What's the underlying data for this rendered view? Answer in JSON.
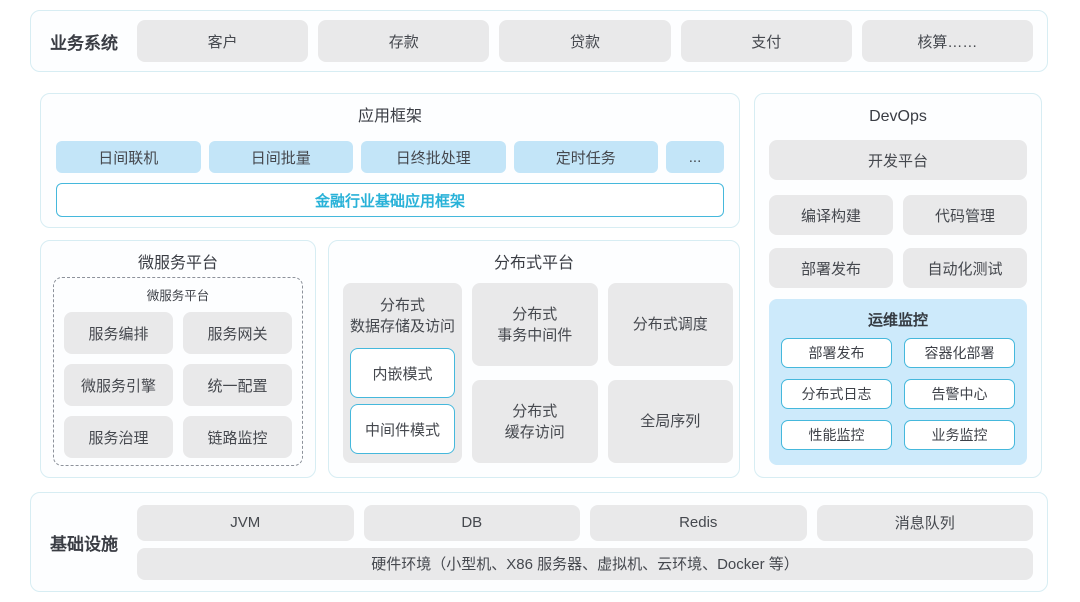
{
  "colors": {
    "panel_border": "#d7edf3",
    "gray_box": "#e9e9ea",
    "blue_box": "#c3e5f8",
    "ops_panel_bg": "#cdeafb",
    "cyan_border": "#45b8dc",
    "cyan_text": "#29b2d8",
    "text": "#45484e"
  },
  "business": {
    "label": "业务系统",
    "items": [
      "客户",
      "存款",
      "贷款",
      "支付",
      "核算……"
    ]
  },
  "app_framework": {
    "title": "应用框架",
    "items": [
      "日间联机",
      "日间批量",
      "日终批处理",
      "定时任务",
      "..."
    ],
    "base_framework": "金融行业基础应用框架"
  },
  "microservice": {
    "title": "微服务平台",
    "inner_title": "微服务平台",
    "items": [
      "服务编排",
      "服务网关",
      "微服务引擎",
      "统一配置",
      "服务治理",
      "链路监控"
    ]
  },
  "distributed": {
    "title": "分布式平台",
    "storage": {
      "line1": "分布式",
      "line2": "数据存储及访问",
      "modes": [
        "内嵌模式",
        "中间件模式"
      ]
    },
    "transaction": {
      "line1": "分布式",
      "line2": "事务中间件"
    },
    "cache": {
      "line1": "分布式",
      "line2": "缓存访问"
    },
    "scheduling": "分布式调度",
    "sequence": "全局序列"
  },
  "devops": {
    "title": "DevOps",
    "platform": "开发平台",
    "items": [
      "编译构建",
      "代码管理",
      "部署发布",
      "自动化测试"
    ],
    "ops": {
      "title": "运维监控",
      "items": [
        "部署发布",
        "容器化部署",
        "分布式日志",
        "告警中心",
        "性能监控",
        "业务监控"
      ]
    }
  },
  "infrastructure": {
    "label": "基础设施",
    "items": [
      "JVM",
      "DB",
      "Redis",
      "消息队列"
    ],
    "hardware": "硬件环境（小型机、X86 服务器、虚拟机、云环境、Docker 等）"
  }
}
